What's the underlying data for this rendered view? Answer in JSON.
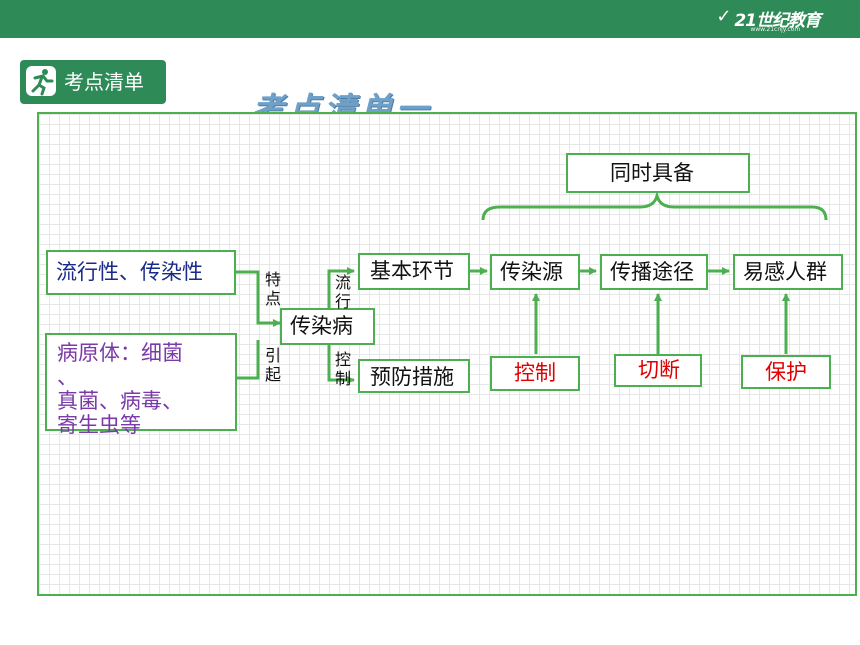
{
  "header": {
    "logo_text": "21世纪教育",
    "logo_sub": "www.21cnjy.com"
  },
  "badge": {
    "label": "考点清单"
  },
  "title": "考点清单一",
  "diagram": {
    "top_box": "同时具备",
    "trait_box": "流行性、传染性",
    "cause_box_line1": "病原体：细菌",
    "cause_box_line2": "、",
    "cause_box_line3": "真菌、病毒、",
    "cause_box_line4": "寄生虫等",
    "label_trait_1": "特",
    "label_trait_2": "点",
    "label_cause_1": "引",
    "label_cause_2": "起",
    "center_box": "传染病",
    "label_flow_1": "流",
    "label_flow_2": "行",
    "label_ctrl_1": "控",
    "label_ctrl_2": "制",
    "basic_box": "基本环节",
    "prevent_box": "预防措施",
    "source_box": "传染源",
    "route_box": "传播途径",
    "people_box": "易感人群",
    "control_box": "控制",
    "cut_box": "切断",
    "protect_box": "保护"
  }
}
